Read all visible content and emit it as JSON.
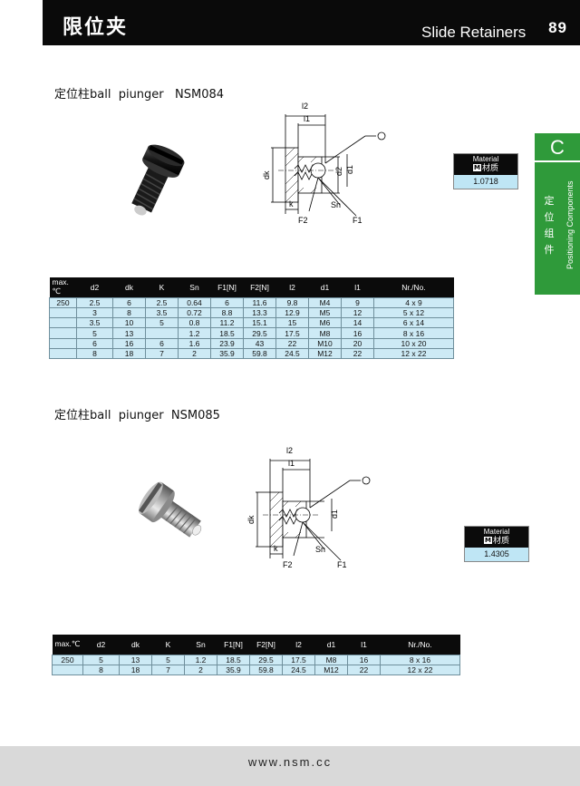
{
  "header": {
    "title_cn": "限位夹",
    "title_en": "Slide Retainers",
    "page_number": "89"
  },
  "side_tab": {
    "letter": "C",
    "cn_chars": [
      "定",
      "位",
      "组",
      "件"
    ],
    "en": "Positioning Components"
  },
  "material_label": {
    "en": "Material",
    "m_badge": "M",
    "cn": "材质"
  },
  "sections": [
    {
      "title": "定位柱ball  piunger   NSM084",
      "material_value": "1.0718",
      "table": {
        "headers": [
          "max.℃",
          "d2",
          "dk",
          "K",
          "Sn",
          "F1[N]",
          "F2[N]",
          "l2",
          "d1",
          "l1",
          "Nr./No."
        ],
        "rows": [
          [
            "250",
            "2.5",
            "6",
            "2.5",
            "0.64",
            "6",
            "11.6",
            "9.8",
            "M4",
            "9",
            "4 x 9"
          ],
          [
            "",
            "3",
            "8",
            "3.5",
            "0.72",
            "8.8",
            "13.3",
            "12.9",
            "M5",
            "12",
            "5 x 12"
          ],
          [
            "",
            "3.5",
            "10",
            "5",
            "0.8",
            "11.2",
            "15.1",
            "15",
            "M6",
            "14",
            "6 x 14"
          ],
          [
            "",
            "5",
            "13",
            "",
            "1.2",
            "18.5",
            "29.5",
            "17.5",
            "M8",
            "16",
            "8 x 16"
          ],
          [
            "",
            "6",
            "16",
            "6",
            "1.6",
            "23.9",
            "43",
            "22",
            "M10",
            "20",
            "10 x 20"
          ],
          [
            "",
            "8",
            "18",
            "7",
            "2",
            "35.9",
            "59.8",
            "24.5",
            "M12",
            "22",
            "12 x 22"
          ]
        ]
      }
    },
    {
      "title": "定位柱ball  piunger  NSM085",
      "material_value": "1.4305",
      "table": {
        "headers": [
          "max.℃",
          "d2",
          "dk",
          "K",
          "Sn",
          "F1[N]",
          "F2[N]",
          "l2",
          "d1",
          "l1",
          "Nr./No."
        ],
        "rows": [
          [
            "250",
            "5",
            "13",
            "5",
            "1.2",
            "18.5",
            "29.5",
            "17.5",
            "M8",
            "16",
            "8 x 16"
          ],
          [
            "",
            "8",
            "18",
            "7",
            "2",
            "35.9",
            "59.8",
            "24.5",
            "M12",
            "22",
            "12 x 22"
          ]
        ]
      }
    }
  ],
  "drawing_labels": {
    "l2": "l2",
    "l1": "l1",
    "dk": "dk",
    "d2": "d2",
    "d1": "d1",
    "k": "k",
    "sn": "Sn",
    "f2": "F2",
    "f1": "F1"
  },
  "footer": {
    "url": "www.nsm.cc"
  },
  "colors": {
    "header_bg": "#0a0a0a",
    "tab_green": "#2f9a3a",
    "table_cell": "#cdeaf5",
    "footer_bg": "#d9d9d9"
  }
}
